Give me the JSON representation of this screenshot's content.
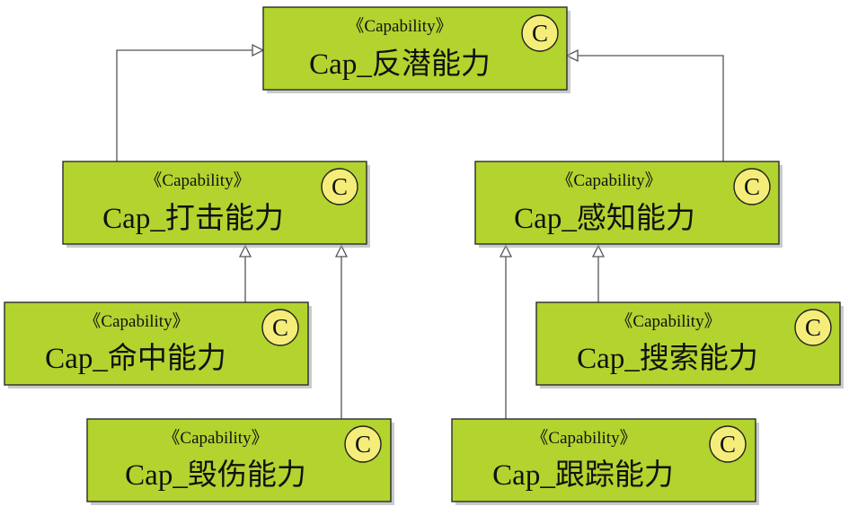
{
  "palette": {
    "box_fill": "#b3d32e",
    "badge_fill": "#f5ed7a",
    "edge": "#555555"
  },
  "nodes": {
    "root": {
      "stereotype": "《Capability》",
      "name": "Cap_反潜能力",
      "badge": "C",
      "icon": "class-c-icon"
    },
    "strike": {
      "stereotype": "《Capability》",
      "name": "Cap_打击能力",
      "badge": "C",
      "icon": "class-c-icon"
    },
    "sense": {
      "stereotype": "《Capability》",
      "name": "Cap_感知能力",
      "badge": "C",
      "icon": "class-c-icon"
    },
    "hit": {
      "stereotype": "《Capability》",
      "name": "Cap_命中能力",
      "badge": "C",
      "icon": "class-c-icon"
    },
    "damage": {
      "stereotype": "《Capability》",
      "name": "Cap_毁伤能力",
      "badge": "C",
      "icon": "class-c-icon"
    },
    "search": {
      "stereotype": "《Capability》",
      "name": "Cap_搜索能力",
      "badge": "C",
      "icon": "class-c-icon"
    },
    "track": {
      "stereotype": "《Capability》",
      "name": "Cap_跟踪能力",
      "badge": "C",
      "icon": "class-c-icon"
    }
  },
  "edges": [
    {
      "from": "strike",
      "to": "root",
      "type": "generalization"
    },
    {
      "from": "sense",
      "to": "root",
      "type": "generalization"
    },
    {
      "from": "hit",
      "to": "strike",
      "type": "generalization"
    },
    {
      "from": "damage",
      "to": "strike",
      "type": "generalization"
    },
    {
      "from": "search",
      "to": "sense",
      "type": "generalization"
    },
    {
      "from": "track",
      "to": "sense",
      "type": "generalization"
    }
  ]
}
